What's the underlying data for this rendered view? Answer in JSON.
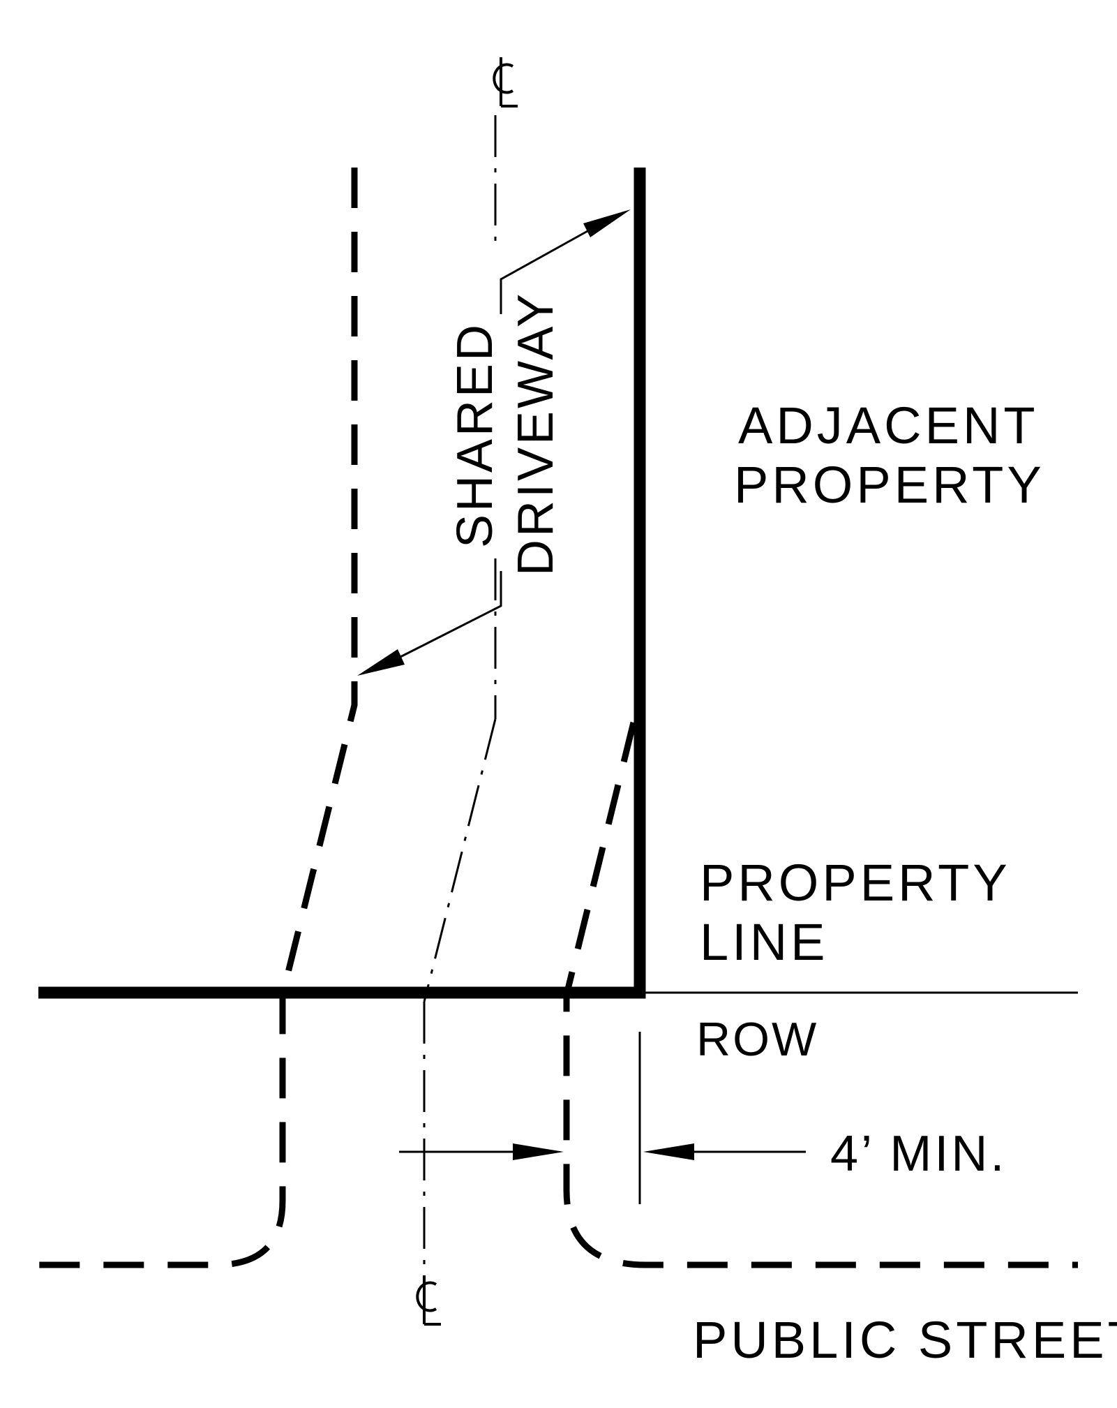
{
  "labels": {
    "shared_driveway_line1": "SHARED",
    "shared_driveway_line2": "DRIVEWAY",
    "adjacent_property_line1": "ADJACENT",
    "adjacent_property_line2": "PROPERTY",
    "property_line_line1": "PROPERTY",
    "property_line_line2": "LINE",
    "row": "ROW",
    "setback": "4’ MIN.",
    "public_street": "PUBLIC STREET"
  },
  "colors": {
    "ink": "#000000",
    "background": "#ffffff"
  }
}
